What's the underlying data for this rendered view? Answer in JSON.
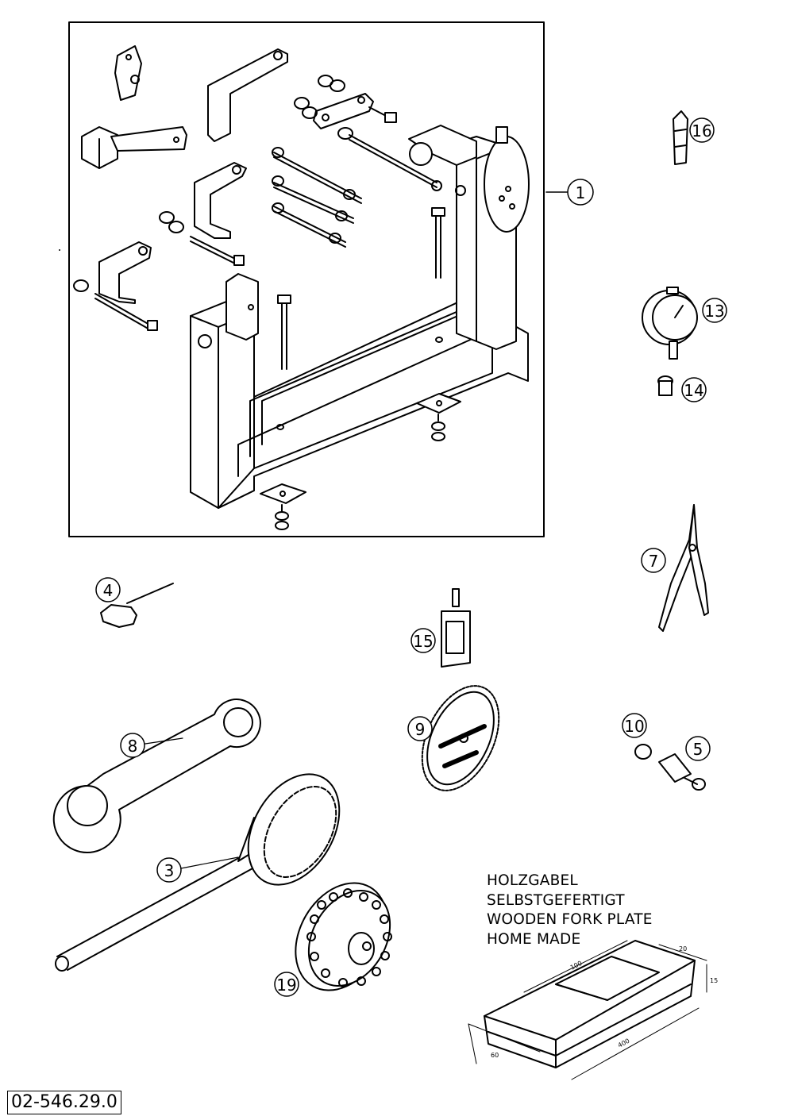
{
  "document": {
    "part_number": "02-546.29.0",
    "note_lines": [
      "HOLZGABEL",
      "SELBSTGEFERTIGT",
      "WOODEN FORK PLATE",
      "HOME MADE"
    ],
    "wood_dims": {
      "d100": "100",
      "d20": "20",
      "d15": "15",
      "d400": "400",
      "d60": "60"
    }
  },
  "callouts": [
    {
      "id": "c1",
      "label": "1"
    },
    {
      "id": "c16",
      "label": "16"
    },
    {
      "id": "c13",
      "label": "13"
    },
    {
      "id": "c14",
      "label": "14"
    },
    {
      "id": "c7",
      "label": "7"
    },
    {
      "id": "c4",
      "label": "4"
    },
    {
      "id": "c15",
      "label": "15"
    },
    {
      "id": "c8",
      "label": "8"
    },
    {
      "id": "c9",
      "label": "9"
    },
    {
      "id": "c10",
      "label": "10"
    },
    {
      "id": "c5",
      "label": "5"
    },
    {
      "id": "c3",
      "label": "3"
    },
    {
      "id": "c19",
      "label": "19"
    }
  ]
}
